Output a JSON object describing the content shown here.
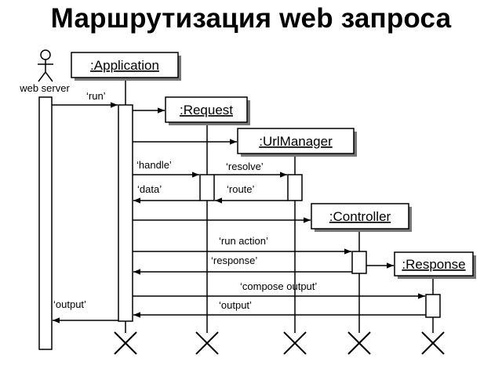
{
  "title": "Маршрутизация web запроса",
  "actor": {
    "label": "web server"
  },
  "objects": {
    "application": ":Application",
    "request": ":Request",
    "urlmanager": ":UrlManager",
    "controller": ":Controller",
    "response": ":Response"
  },
  "messages": {
    "run": "‘run’",
    "handle": "‘handle’",
    "resolve": "‘resolve’",
    "data": "‘data’",
    "route": "‘route’",
    "run_action": "‘run action’",
    "response": "‘response’",
    "compose_output": "‘compose output’",
    "output_inner": "‘output’",
    "output_outer": "‘output’"
  }
}
